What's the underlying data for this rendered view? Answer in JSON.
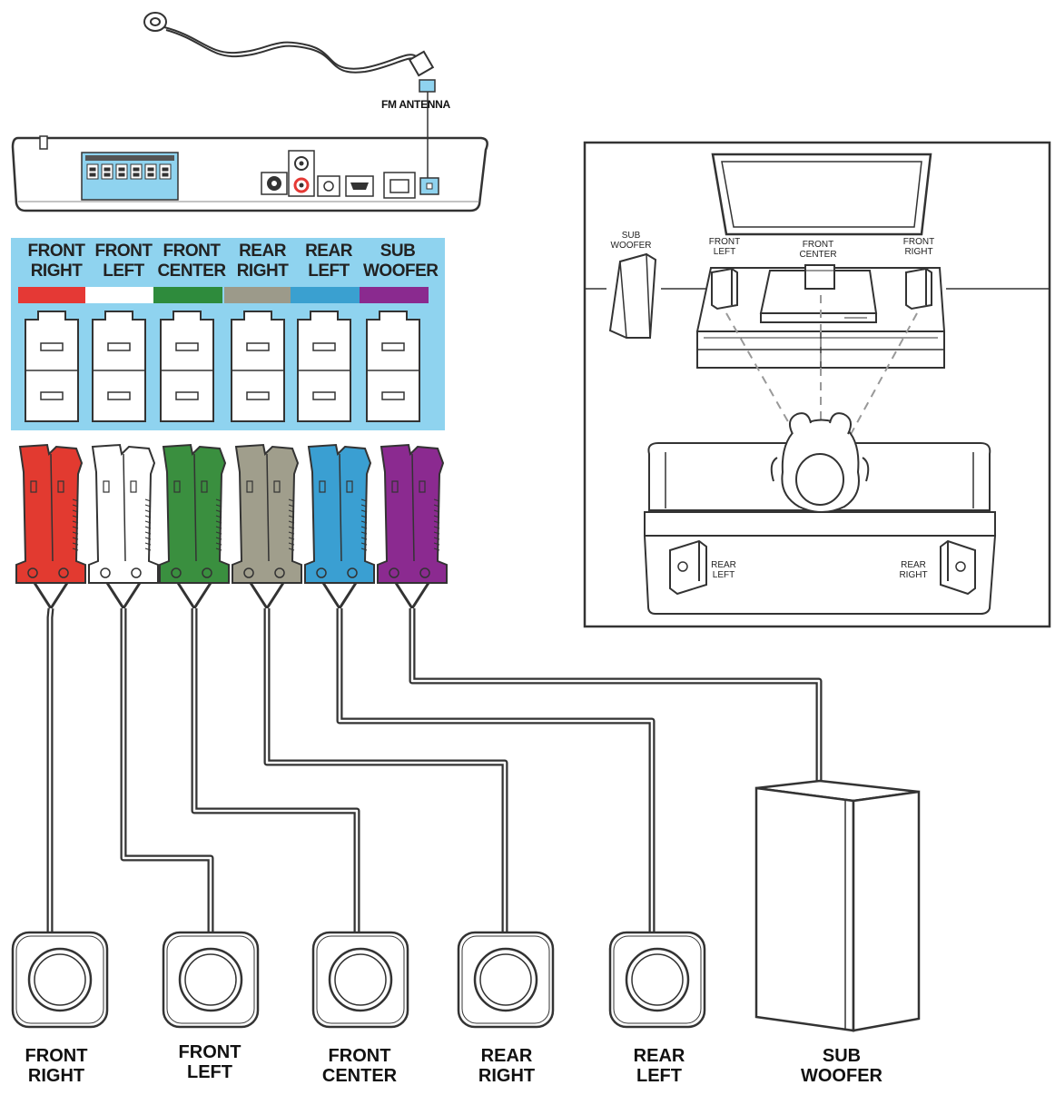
{
  "antenna": {
    "label": "FM ANTENNA"
  },
  "connector_panel": {
    "channels": [
      {
        "line1": "FRONT",
        "line2": "RIGHT",
        "color": "#e53935",
        "plug_color": "#e23a30"
      },
      {
        "line1": "FRONT",
        "line2": "LEFT",
        "color": "#ffffff",
        "plug_color": "#ffffff"
      },
      {
        "line1": "FRONT",
        "line2": "CENTER",
        "color": "#2e8b3c",
        "plug_color": "#3a8f3f"
      },
      {
        "line1": "REAR",
        "line2": "RIGHT",
        "color": "#9c9a8a",
        "plug_color": "#a09e8c"
      },
      {
        "line1": "REAR",
        "line2": "LEFT",
        "color": "#3aa0d0",
        "plug_color": "#3a9fd2"
      },
      {
        "line1": "SUB",
        "line2": "WOOFER",
        "color": "#8a2a8f",
        "plug_color": "#8b2a90"
      }
    ],
    "background": "#8fd3ef"
  },
  "speakers": [
    {
      "line1": "FRONT",
      "line2": "RIGHT"
    },
    {
      "line1": "FRONT",
      "line2": "LEFT"
    },
    {
      "line1": "FRONT",
      "line2": "CENTER"
    },
    {
      "line1": "REAR",
      "line2": "RIGHT"
    },
    {
      "line1": "REAR",
      "line2": "LEFT"
    },
    {
      "line1": "SUB",
      "line2": "WOOFER"
    }
  ],
  "room_layout": {
    "sub_woofer": {
      "line1": "SUB",
      "line2": "WOOFER"
    },
    "front_left": {
      "line1": "FRONT",
      "line2": "LEFT"
    },
    "front_center": {
      "line1": "FRONT",
      "line2": "CENTER"
    },
    "front_right": {
      "line1": "FRONT",
      "line2": "RIGHT"
    },
    "rear_left": {
      "line1": "REAR",
      "line2": "LEFT"
    },
    "rear_right": {
      "line1": "REAR",
      "line2": "RIGHT"
    }
  }
}
